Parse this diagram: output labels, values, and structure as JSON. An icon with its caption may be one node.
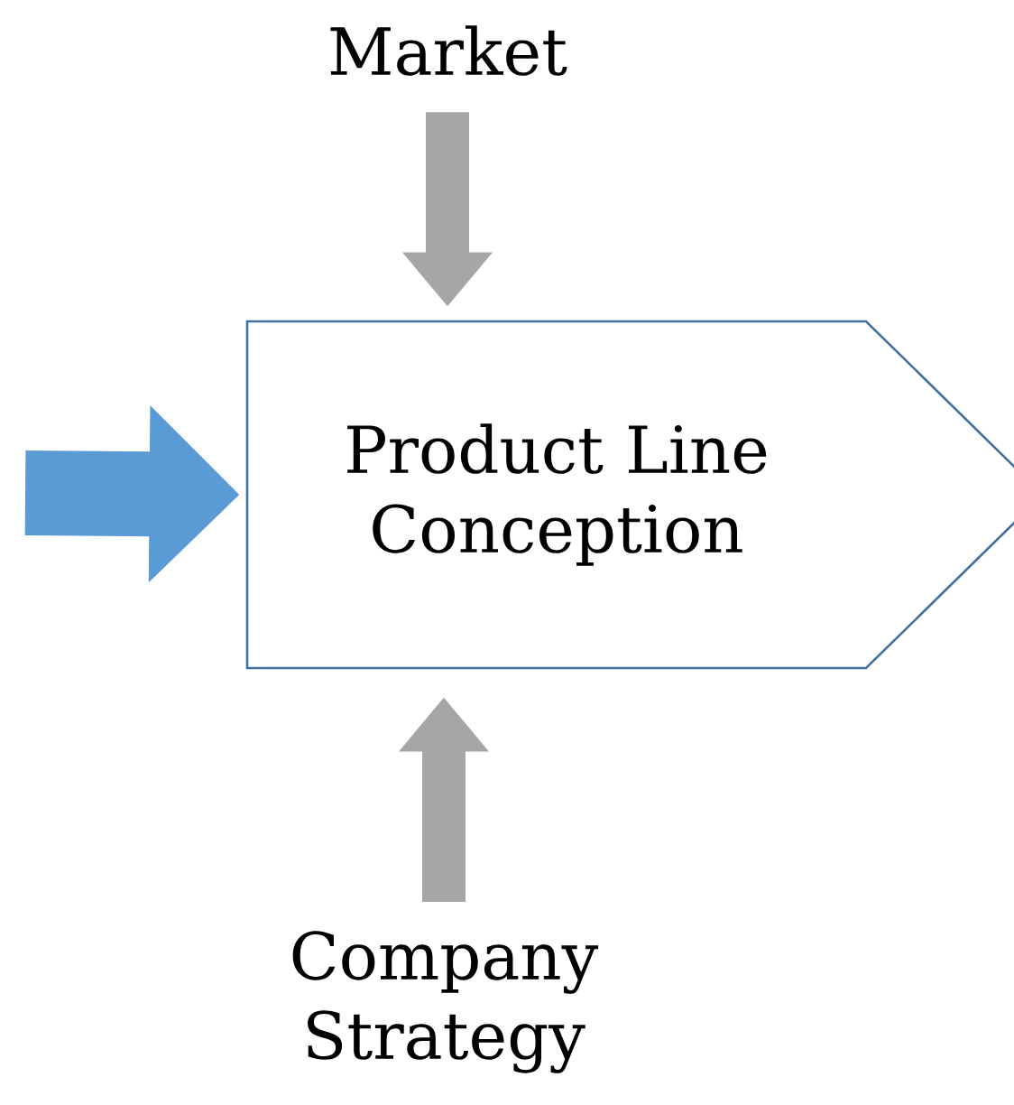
{
  "diagram": {
    "nodes": [
      {
        "text": [
          "Market"
        ]
      },
      {
        "text": [
          "Product Line Conception"
        ]
      },
      {
        "text": [
          "Company Strategy"
        ]
      }
    ],
    "edges": [
      {
        "from": 0,
        "to": 1,
        "arrow": "to"
      },
      {
        "from": 2,
        "to": 1,
        "arrow": "to"
      },
      {
        "from": null,
        "to": 1,
        "arrow": "to",
        "style": "thick",
        "color": "#5b9bd5"
      }
    ]
  }
}
